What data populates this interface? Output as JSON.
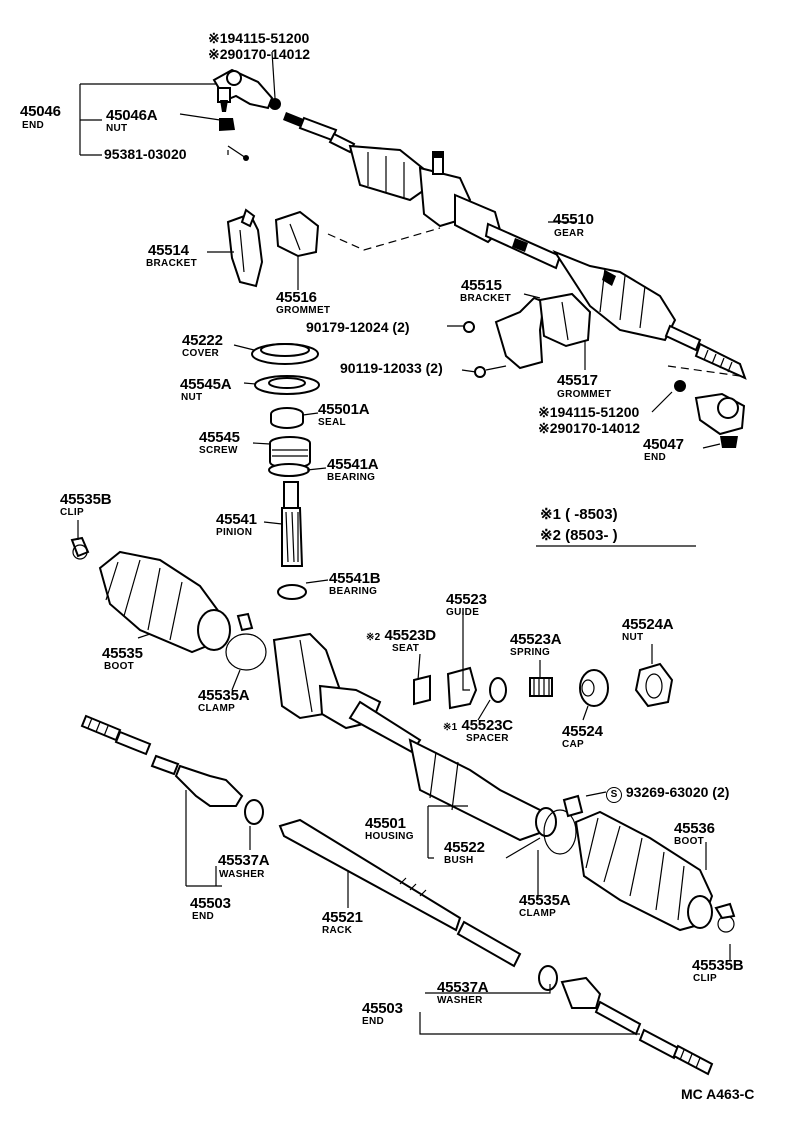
{
  "upper_end_notes": [
    "※194115-51200",
    "※290170-14012"
  ],
  "parts": {
    "p45046": {
      "num": "45046",
      "sub": "END"
    },
    "p45046A": {
      "num": "45046A",
      "sub": "NUT"
    },
    "p95381": {
      "num": "95381-03020"
    },
    "p45510": {
      "num": "45510",
      "sub": "GEAR"
    },
    "p45514": {
      "num": "45514",
      "sub": "BRACKET"
    },
    "p45516": {
      "num": "45516",
      "sub": "GROMMET"
    },
    "p45515": {
      "num": "45515",
      "sub": "BRACKET"
    },
    "p90179": {
      "num": "90179-12024 (2)"
    },
    "p90119": {
      "num": "90119-12033 (2)"
    },
    "p45517": {
      "num": "45517",
      "sub": "GROMMET"
    },
    "p45222": {
      "num": "45222",
      "sub": "COVER"
    },
    "p45545A": {
      "num": "45545A",
      "sub": "NUT"
    },
    "p45501A": {
      "num": "45501A",
      "sub": "SEAL"
    },
    "p45545": {
      "num": "45545",
      "sub": "SCREW"
    },
    "p45541A": {
      "num": "45541A",
      "sub": "BEARING"
    },
    "p45541": {
      "num": "45541",
      "sub": "PINION"
    },
    "p45541B": {
      "num": "45541B",
      "sub": "BEARING"
    },
    "p45047": {
      "num": "45047",
      "sub": "END"
    },
    "p45535B_top": {
      "num": "45535B",
      "sub": "CLIP"
    },
    "p45535": {
      "num": "45535",
      "sub": "BOOT"
    },
    "p45535A_top": {
      "num": "45535A",
      "sub": "CLAMP"
    },
    "p45523": {
      "num": "45523",
      "sub": "GUIDE"
    },
    "p45523D": {
      "num": "45523D",
      "sub": "SEAT",
      "mark": "※2"
    },
    "p45523A": {
      "num": "45523A",
      "sub": "SPRING"
    },
    "p45524A": {
      "num": "45524A",
      "sub": "NUT"
    },
    "p45523C": {
      "num": "45523C",
      "sub": "SPACER",
      "mark": "※1"
    },
    "p45524": {
      "num": "45524",
      "sub": "CAP"
    },
    "p93269": {
      "num": "93269-63020 (2)",
      "mark": "S"
    },
    "p45501": {
      "num": "45501",
      "sub": "HOUSING"
    },
    "p45522": {
      "num": "45522",
      "sub": "BUSH"
    },
    "p45536": {
      "num": "45536",
      "sub": "BOOT"
    },
    "p45537A_left": {
      "num": "45537A",
      "sub": "WASHER"
    },
    "p45503_left": {
      "num": "45503",
      "sub": "END"
    },
    "p45521": {
      "num": "45521",
      "sub": "RACK"
    },
    "p45535A_bot": {
      "num": "45535A",
      "sub": "CLAMP"
    },
    "p45535B_bot": {
      "num": "45535B",
      "sub": "CLIP"
    },
    "p45537A_bot": {
      "num": "45537A",
      "sub": "WASHER"
    },
    "p45503_bot": {
      "num": "45503",
      "sub": "END"
    }
  },
  "lower_end_notes": [
    "※194115-51200",
    "※290170-14012"
  ],
  "legend": {
    "row1": {
      "mark": "※1",
      "text": "(        -8503)"
    },
    "row2": {
      "mark": "※2",
      "text": "(8503-         )"
    }
  },
  "footer": "MC A463-C"
}
